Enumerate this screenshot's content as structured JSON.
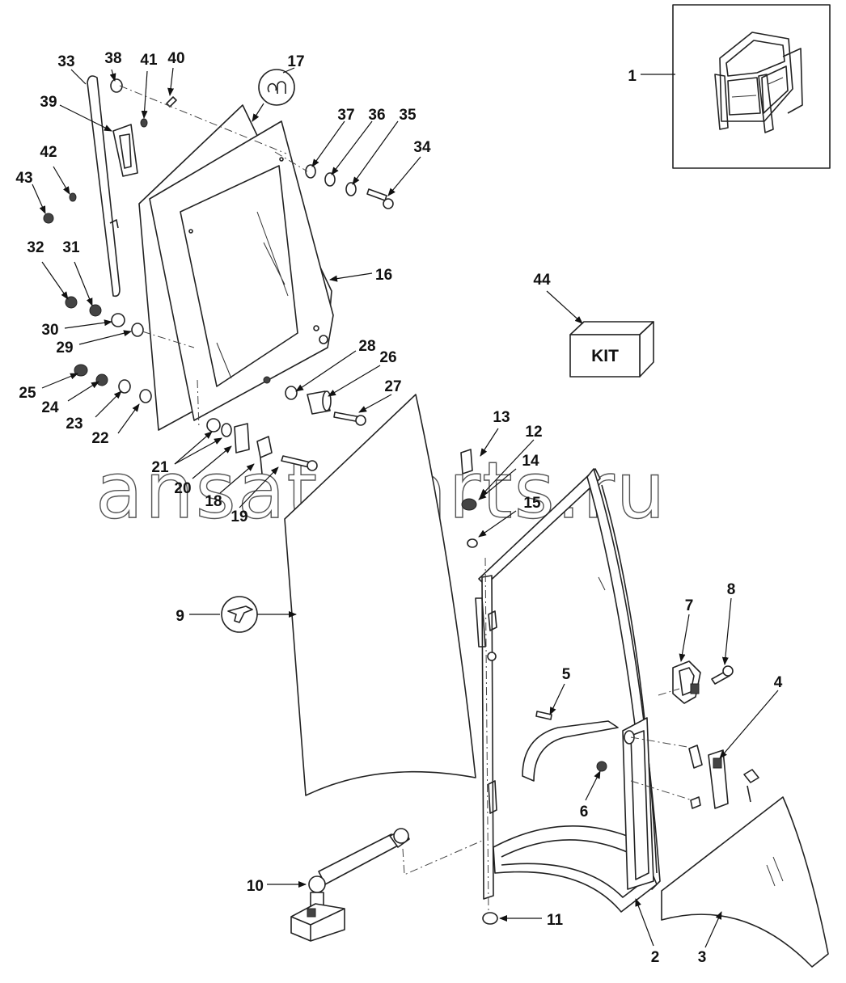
{
  "callouts": [
    "1",
    "2",
    "3",
    "4",
    "5",
    "6",
    "7",
    "8",
    "9",
    "10",
    "11",
    "12",
    "13",
    "14",
    "15",
    "16",
    "17",
    "18",
    "19",
    "20",
    "21",
    "22",
    "23",
    "24",
    "25",
    "26",
    "27",
    "28",
    "29",
    "30",
    "31",
    "32",
    "33",
    "34",
    "35",
    "36",
    "37",
    "38",
    "39",
    "40",
    "41",
    "42",
    "43",
    "44"
  ],
  "kit_label": "KIT",
  "watermark": "ansat-parts.ru",
  "icons": {
    "cab_inset": "tractor-cab-icon",
    "hardware_symbol": "hardware-symbol-icon",
    "glass_symbol": "glass-symbol-icon"
  }
}
